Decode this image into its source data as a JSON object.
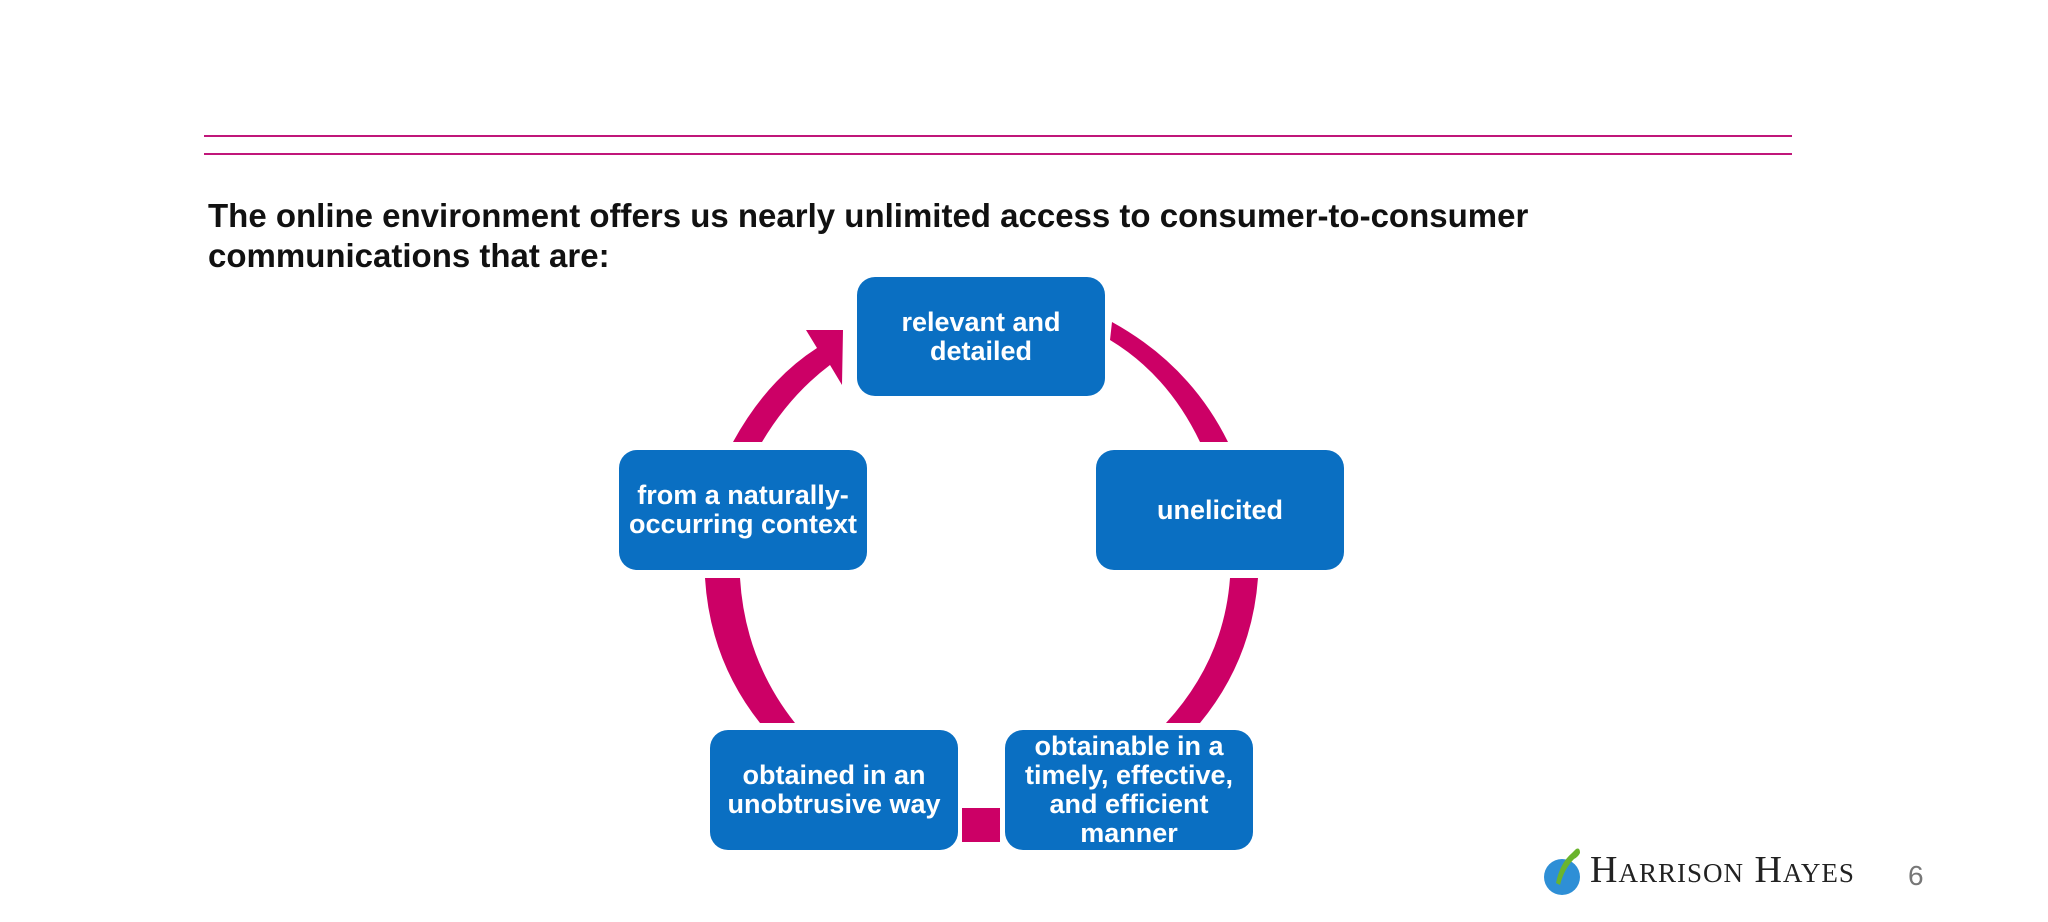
{
  "slide": {
    "heading": "The online environment offers us nearly unlimited access to consumer-to-consumer communications that are:",
    "page_number": "6"
  },
  "logo": {
    "name": "Harrison Hayes"
  },
  "cycle": {
    "nodes": [
      {
        "label": "relevant and detailed"
      },
      {
        "label": "unelicited"
      },
      {
        "label": "obtainable in a timely, effective, and efficient manner"
      },
      {
        "label": "obtained in an unobtrusive way"
      },
      {
        "label": "from a naturally-occurring context"
      }
    ]
  },
  "colors": {
    "rule": "#c0177a",
    "arrow": "#cc0066",
    "node_fill": "#0a6fc2",
    "node_text": "#ffffff",
    "logo_green": "#6ab42d",
    "logo_blue": "#2e8fd6"
  }
}
